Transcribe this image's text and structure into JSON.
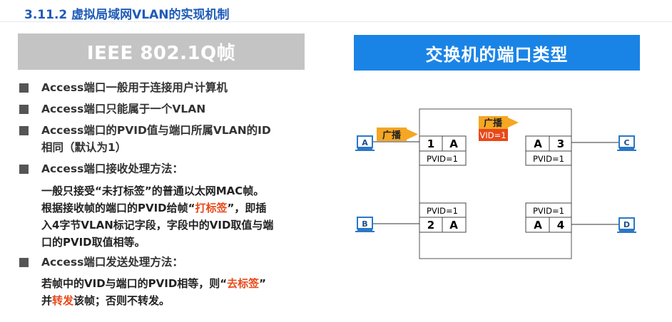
{
  "header": {
    "title": "3.11.2 虚拟局域网VLAN的实现机制"
  },
  "left_banner": "IEEE 802.1Q帧",
  "right_banner": "交换机的端口类型",
  "bullets": [
    {
      "text": "Access端口一般用于连接用户计算机"
    },
    {
      "text": "Access端口只能属于一个VLAN"
    },
    {
      "text_line1": "Access端口的PVID值与端口所属VLAN的ID",
      "text_line2": "相同（默认为1）"
    },
    {
      "text": "Access端口接收处理方法：",
      "detail": {
        "line1": "一般只接受“未打标签”的普通以太网MAC帧。",
        "line2_pre": "根据接收帧的端口的PVID给帧“",
        "line2_hl": "打标签",
        "line2_post": "”，即插",
        "line3": "入4字节VLAN标记字段，字段中的VID取值与端",
        "line4": "口的PVID取值相等。"
      }
    },
    {
      "text": "Access端口发送处理方法：",
      "detail": {
        "line1_pre": "若帧中的VID与端口的PVID相等，则“",
        "line1_hl": "去标签",
        "line1_post": "”",
        "line2_pre": "并",
        "line2_hl": "转发",
        "line2_post": "该帧；否则不转发。"
      }
    }
  ],
  "diagram": {
    "broadcast_label": "广播",
    "vid_label": "VID=1",
    "hosts": [
      "A",
      "B",
      "C",
      "D"
    ],
    "ports": [
      {
        "num": "1",
        "vlan": "A",
        "pvid": "PVID=1"
      },
      {
        "num": "2",
        "vlan": "A",
        "pvid": "PVID=1"
      },
      {
        "num": "3",
        "vlan": "A",
        "pvid": "PVID=1"
      },
      {
        "num": "4",
        "vlan": "A",
        "pvid": "PVID=1"
      }
    ],
    "colors": {
      "orange": "#f5a623",
      "red_fill": "#e8491a",
      "host_blue": "#2b78c6"
    }
  }
}
